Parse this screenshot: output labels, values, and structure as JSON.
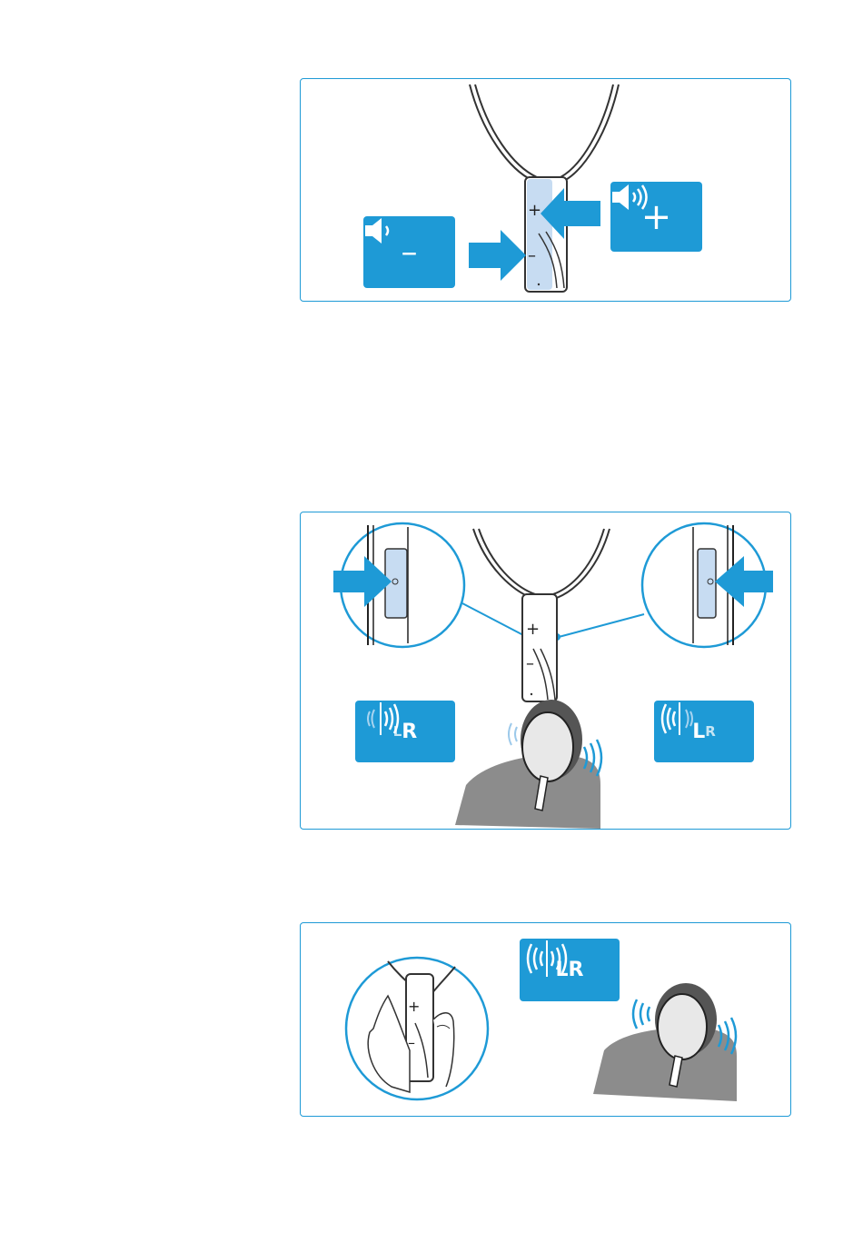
{
  "figure1": {
    "volume_down_badge": {
      "icon": "speaker-low-icon",
      "symbol": "–"
    },
    "volume_up_badge": {
      "icon": "speaker-high-icon",
      "symbol": "+"
    },
    "device_plus": "+",
    "device_minus": "–"
  },
  "figure2": {
    "left_badge": {
      "l": "L",
      "r": "R"
    },
    "right_badge": {
      "l": "L",
      "r": "R"
    },
    "device_plus": "+",
    "device_minus": "–"
  },
  "figure3": {
    "badge": {
      "l": "L",
      "r": "R"
    },
    "device_plus": "+",
    "device_minus": "–"
  },
  "colors": {
    "accent": "#1e9ad6",
    "device_highlight": "#c7dcf2",
    "person_gray": "#8c8c8c"
  }
}
